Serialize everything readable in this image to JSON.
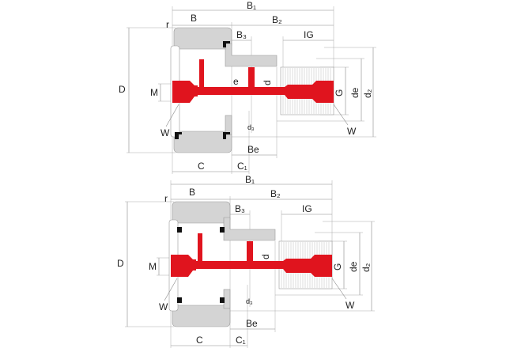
{
  "colors": {
    "stud": "#e0141e",
    "ring": "#d4d4d4",
    "seal": "#111111"
  },
  "diagrams": [
    {
      "B1": "B₁",
      "B": "B",
      "B2": "B₂",
      "r": "r",
      "B3": "B₃",
      "IG": "IG",
      "D": "D",
      "M": "M",
      "e": "e",
      "d": "d",
      "G": "G",
      "de": "de",
      "d2": "d₂",
      "W_left": "W",
      "W_right": "W",
      "d3": "d₃",
      "Be": "Be",
      "C": "C",
      "C1": "C₁"
    },
    {
      "B1": "B₁",
      "B": "B",
      "B2": "B₂",
      "r": "r",
      "B3": "B₃",
      "IG": "IG",
      "D": "D",
      "M": "M",
      "d": "d",
      "G": "G",
      "de": "de",
      "d2": "d₂",
      "W_left": "W",
      "W_right": "W",
      "d3": "d₃",
      "Be": "Be",
      "C": "C",
      "C1": "C₁"
    }
  ]
}
